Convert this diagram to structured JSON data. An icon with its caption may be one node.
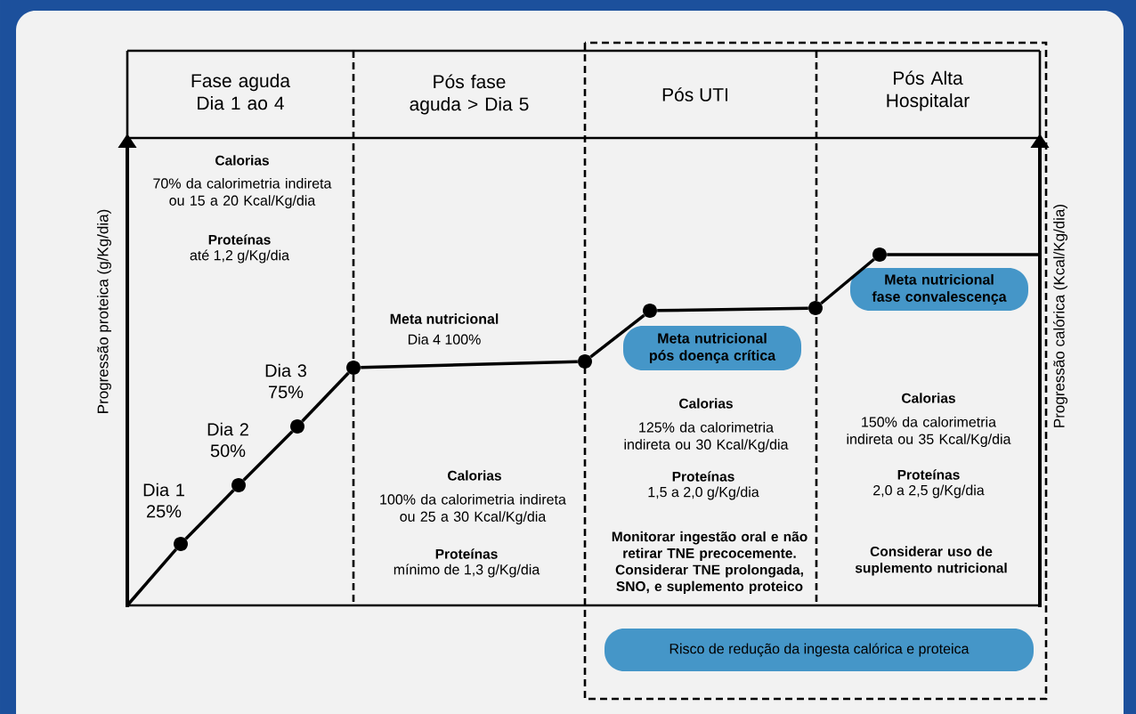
{
  "diagram": {
    "nodes": [
      {
        "text": [
          "Fase aguda Dia 1 ao 4"
        ]
      },
      {
        "text": [
          "Pós fase aguda > Dia 5"
        ]
      },
      {
        "text": [
          "Pós UTI"
        ]
      },
      {
        "text": [
          "Pós Alta Hospitalar"
        ]
      },
      {
        "text": [],
        "shape": "circle",
        "beside": [
          "Dia 1 25%"
        ]
      },
      {
        "text": [],
        "shape": "circle",
        "beside": [
          "Dia 2 50%"
        ]
      },
      {
        "text": [],
        "shape": "circle",
        "beside": [
          "Dia 3 75%"
        ]
      },
      {
        "text": [],
        "shape": "circle",
        "beside": [
          "Meta nutricional",
          "Dia 4 100%"
        ]
      },
      {
        "text": [],
        "shape": "circle"
      },
      {
        "text": [],
        "shape": "circle"
      },
      {
        "text": [],
        "shape": "circle"
      },
      {
        "text": [],
        "shape": "circle"
      },
      {
        "text": [
          "Meta nutricional pós doença crítica"
        ]
      },
      {
        "text": [
          "Meta nutricional fase convalescença"
        ]
      },
      {
        "text": [
          "Risco de redução da ingesta calórica e proteica"
        ]
      }
    ],
    "edges": [
      {
        "from": null,
        "to": 4,
        "arrow": "none"
      },
      {
        "from": 4,
        "to": 5,
        "arrow": "none"
      },
      {
        "from": 5,
        "to": 6,
        "arrow": "none"
      },
      {
        "from": 6,
        "to": 7,
        "arrow": "none"
      },
      {
        "from": 7,
        "to": 8,
        "arrow": "none"
      },
      {
        "from": 8,
        "to": 9,
        "arrow": "none"
      },
      {
        "from": 9,
        "to": 10,
        "arrow": "none"
      },
      {
        "from": 10,
        "to": 11,
        "arrow": "none"
      },
      {
        "from": 11,
        "to": null,
        "arrow": "none"
      }
    ],
    "labels": [
      "Progressão proteica (g/Kg/dia)",
      "Calorias",
      "70% da calorimetria indireta ou 15 a 20 Kcal/Kg/dia",
      "Proteínas",
      "até 1,2 g/Kg/dia",
      "Calorias",
      "100% da calorimetria indireta ou 25 a 30 Kcal/Kg/dia",
      "Proteínas",
      "mínimo de 1,3 g/Kg/dia",
      "Calorias",
      "125% da calorimetria indireta ou 30 Kcal/Kg/dia",
      "Proteínas",
      "1,5 a 2,0 g/Kg/dia",
      "Monitorar ingestão oral e não retirar TNE precocemente. Considerar TNE prolongada, SNO, e suplemento proteico",
      "Calorias",
      "150% da calorimetria indireta ou 35 Kcal/Kg/dia",
      "Proteínas",
      "2,0 a 2,5 g/Kg/dia",
      "Considerar uso de suplemento nutricional",
      "Progressão calórica (Kcal/Kg/dia)"
    ]
  }
}
